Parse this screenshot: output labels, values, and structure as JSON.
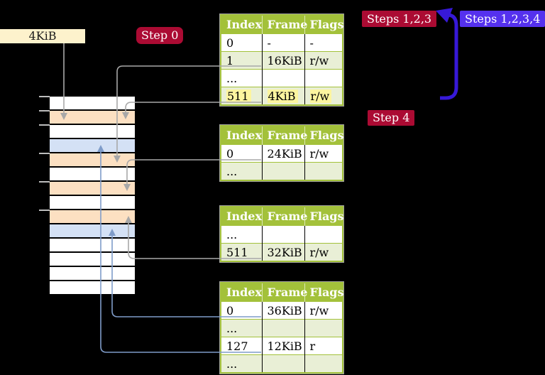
{
  "labels": {
    "page_size": "4KiB",
    "step0": "Step 0",
    "steps123": "Steps 1,2,3",
    "steps1234": "Steps 1,2,3,4",
    "step4": "Step 4"
  },
  "colors": {
    "badge_red": "#ab0b33",
    "badge_blue": "#5531ee",
    "loop_arrow_blue": "#3719d8",
    "table_green": "#a3c13a",
    "table_alt_row": "#e9efd6",
    "highlight_yellow": "#fcf59f",
    "frame_peach": "#fce0c2",
    "frame_blue": "#d4e1f5",
    "connector_gray": "#a8a8a8",
    "connector_blue": "#7f9cc9"
  },
  "memory_stack": {
    "rows": [
      "white",
      "peach",
      "white",
      "blue",
      "peach",
      "white",
      "peach",
      "white",
      "peach",
      "blue",
      "white",
      "white",
      "white",
      "white"
    ]
  },
  "tables": [
    {
      "name": "page-table-1",
      "headers": [
        "Index",
        "Frame",
        "Flags"
      ],
      "rows": [
        {
          "cells": [
            "0",
            "-",
            "-"
          ],
          "alt": false,
          "highlight": false
        },
        {
          "cells": [
            "1",
            "16KiB",
            "r/w"
          ],
          "alt": true,
          "highlight": false
        },
        {
          "cells": [
            "...",
            "",
            ""
          ],
          "alt": false,
          "highlight": false
        },
        {
          "cells": [
            "511",
            "4KiB",
            "r/w"
          ],
          "alt": true,
          "highlight": true
        }
      ]
    },
    {
      "name": "page-table-2",
      "headers": [
        "Index",
        "Frame",
        "Flags"
      ],
      "rows": [
        {
          "cells": [
            "0",
            "24KiB",
            "r/w"
          ],
          "alt": false,
          "highlight": false
        },
        {
          "cells": [
            "...",
            "",
            ""
          ],
          "alt": true,
          "highlight": false
        }
      ]
    },
    {
      "name": "page-table-3",
      "headers": [
        "Index",
        "Frame",
        "Flags"
      ],
      "rows": [
        {
          "cells": [
            "...",
            "",
            ""
          ],
          "alt": false,
          "highlight": false
        },
        {
          "cells": [
            "511",
            "32KiB",
            "r/w"
          ],
          "alt": true,
          "highlight": false
        }
      ]
    },
    {
      "name": "page-table-4",
      "headers": [
        "Index",
        "Frame",
        "Flags"
      ],
      "rows": [
        {
          "cells": [
            "0",
            "36KiB",
            "r/w"
          ],
          "alt": false,
          "highlight": false
        },
        {
          "cells": [
            "...",
            "",
            ""
          ],
          "alt": true,
          "highlight": false
        },
        {
          "cells": [
            "127",
            "12KiB",
            "r"
          ],
          "alt": false,
          "highlight": false
        },
        {
          "cells": [
            "...",
            "",
            ""
          ],
          "alt": true,
          "highlight": false
        }
      ]
    }
  ]
}
